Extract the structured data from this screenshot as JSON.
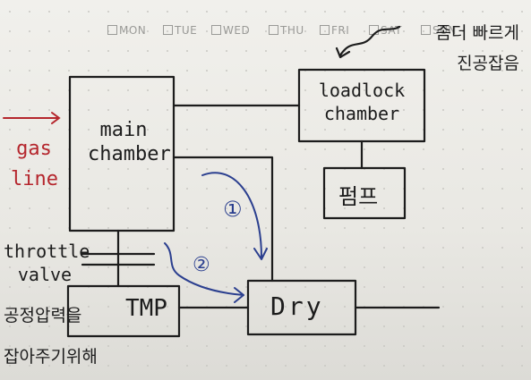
{
  "weekdays": [
    "MON",
    "TUE",
    "WED",
    "THU",
    "FRI",
    "SAT",
    "SUN"
  ],
  "diagram": {
    "main_chamber": [
      "main",
      "chamber"
    ],
    "loadlock_chamber": [
      "loadlock",
      "chamber"
    ],
    "pump": "펌프",
    "tmp": "TMP",
    "dry": "Dry",
    "gas_line": [
      "gas",
      "line"
    ],
    "throttle_valve": [
      "throttle",
      "valve"
    ],
    "note_top": [
      "좀더 빠르게",
      "진공잡음"
    ],
    "note_bottom": [
      "공정압력을",
      "잡아주기위해"
    ],
    "step_1": "①",
    "step_2": "②"
  },
  "colors": {
    "ink": "#1c1c1c",
    "red_ink": "#b5262d",
    "blue_ink": "#2b3f8f"
  }
}
